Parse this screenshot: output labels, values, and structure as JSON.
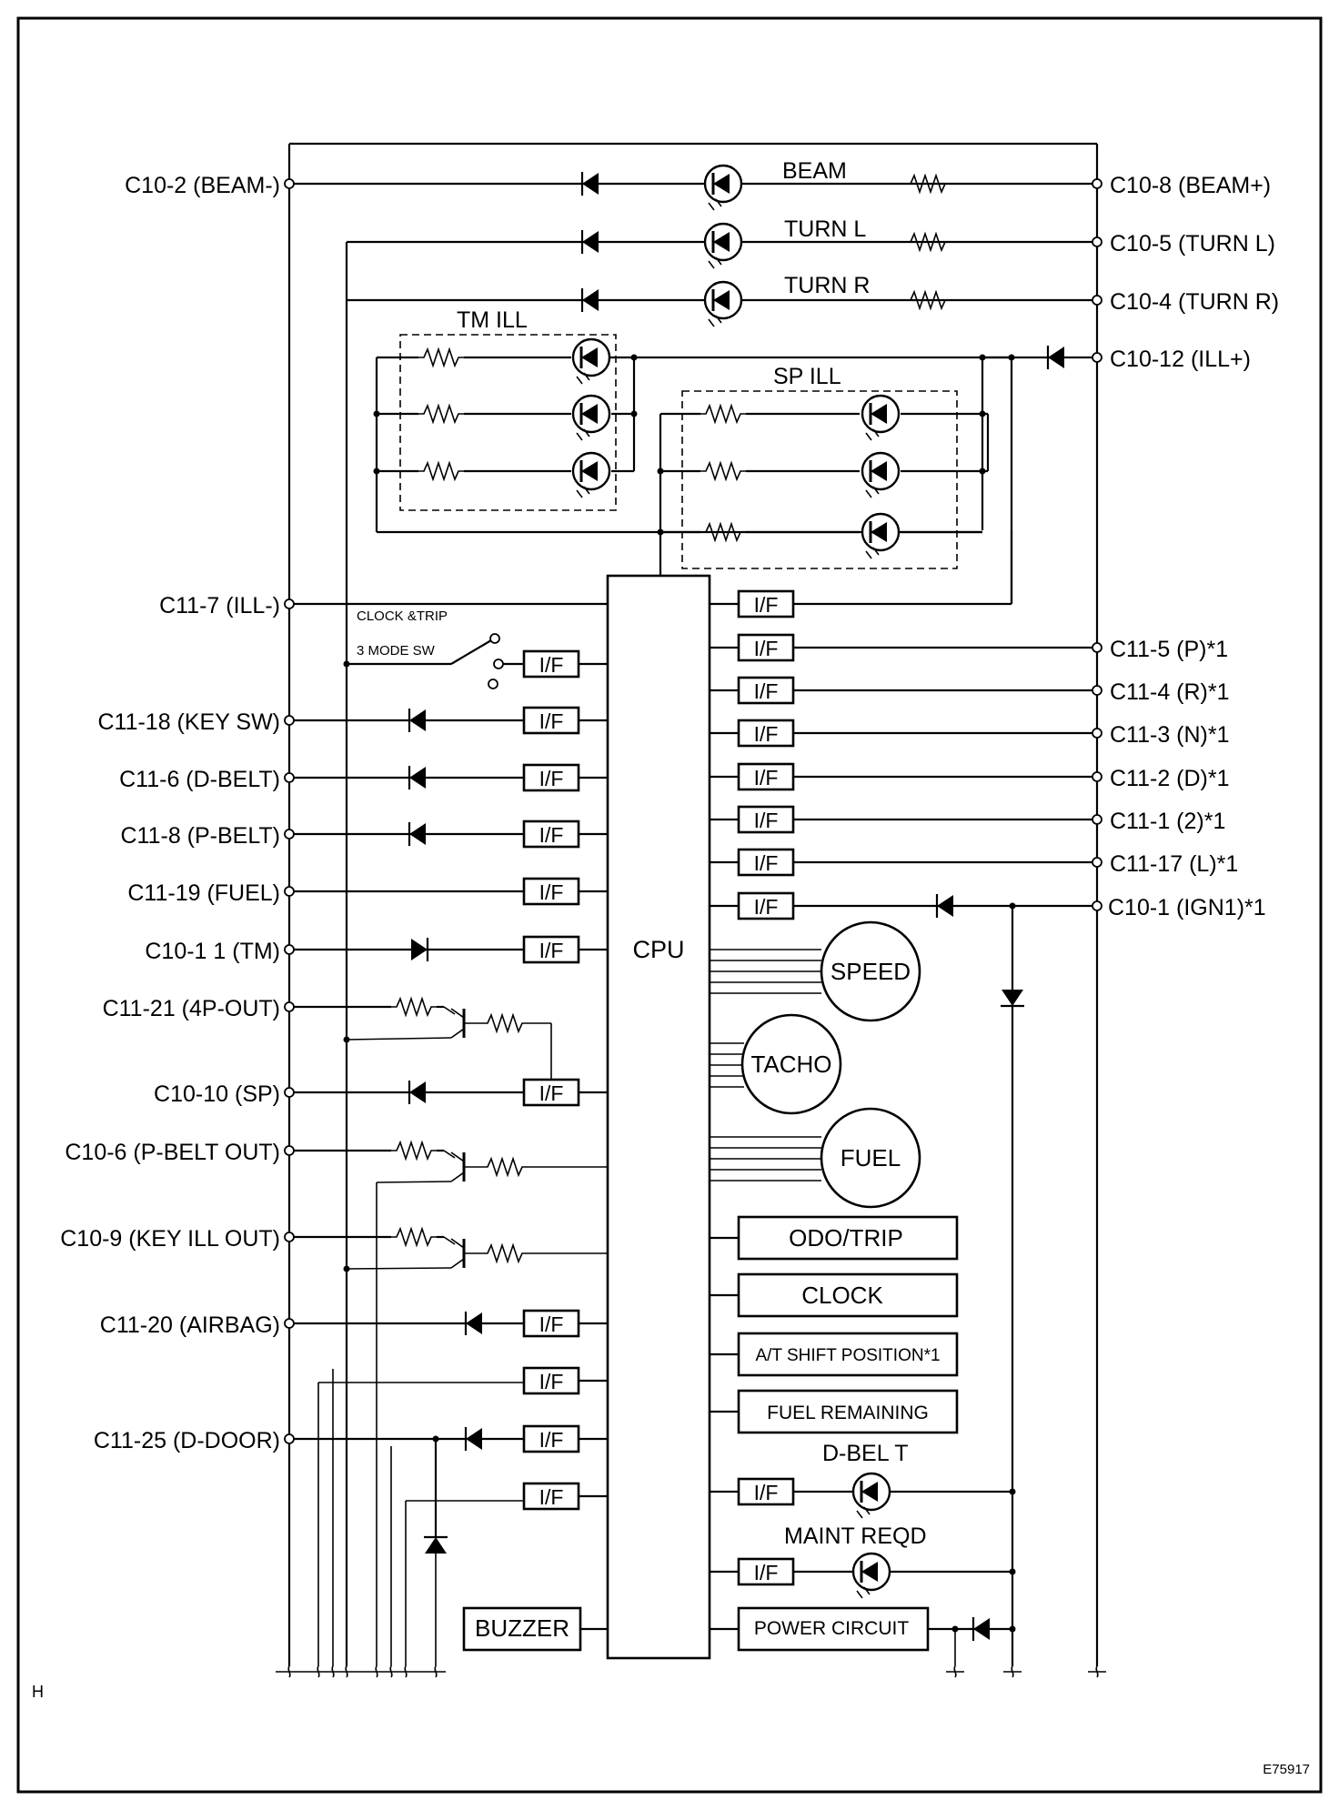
{
  "corner_mark": "H",
  "figure_code": "E75917",
  "blocks": {
    "cpu": "CPU",
    "interface": "I/F",
    "buzzer": "BUZZER",
    "power": "POWER CIRCUIT",
    "odo": "ODO/TRIP",
    "clock": "CLOCK",
    "atshift": "A/T SHIFT POSITION*1",
    "fuelrem": "FUEL REMAINING"
  },
  "gauges": {
    "speed": "SPEED",
    "tacho": "TACHO",
    "fuel": "FUEL"
  },
  "lamps": {
    "beam": "BEAM",
    "turn_l": "TURN L",
    "turn_r": "TURN R",
    "tm_ill": "TM ILL",
    "sp_ill": "SP ILL",
    "dbelt": "D-BEL T",
    "maint": "MAINT REQD"
  },
  "switch": {
    "label1": "CLOCK &TRIP",
    "label2": "3 MODE SW"
  },
  "terminals_left": [
    {
      "id": "c10_2",
      "label": "C10-2  (BEAM-)"
    },
    {
      "id": "c11_7",
      "label": "C11-7  (ILL-)"
    },
    {
      "id": "c11_18",
      "label": "C11-18 (KEY  SW)"
    },
    {
      "id": "c11_6",
      "label": "C11-6  (D-BELT)"
    },
    {
      "id": "c11_8",
      "label": "C11-8  (P-BELT)"
    },
    {
      "id": "c11_19",
      "label": "C11-19  (FUEL)"
    },
    {
      "id": "c10_11",
      "label": "C10-1 1 (TM)"
    },
    {
      "id": "c11_21",
      "label": "C11-21  (4P-OUT)"
    },
    {
      "id": "c10_10",
      "label": "C10-10  (SP)"
    },
    {
      "id": "c10_6",
      "label": "C10-6  (P-BELT OUT)"
    },
    {
      "id": "c10_9",
      "label": "C10-9  (KEY ILL  OUT)"
    },
    {
      "id": "c11_20",
      "label": "C11-20  (AIRBAG)"
    },
    {
      "id": "c11_25",
      "label": "C11-25  (D-DOOR)"
    }
  ],
  "terminals_right": [
    {
      "id": "c10_8",
      "label": "C10-8  (BEAM+)"
    },
    {
      "id": "c10_5",
      "label": "C10-5  (TURN  L)"
    },
    {
      "id": "c10_4",
      "label": "C10-4  (TURN  R)"
    },
    {
      "id": "c10_12",
      "label": "C10-12  (ILL+)"
    },
    {
      "id": "c11_5",
      "label": "C11-5  (P)*1"
    },
    {
      "id": "c11_4",
      "label": "C11-4  (R)*1"
    },
    {
      "id": "c11_3",
      "label": "C11-3  (N)*1"
    },
    {
      "id": "c11_2",
      "label": "C11-2  (D)*1"
    },
    {
      "id": "c11_1",
      "label": "C11-1  (2)*1"
    },
    {
      "id": "c11_17",
      "label": "C11-17  (L)*1"
    },
    {
      "id": "c10_1",
      "label": "C10-1  (IGN1)*1"
    }
  ]
}
